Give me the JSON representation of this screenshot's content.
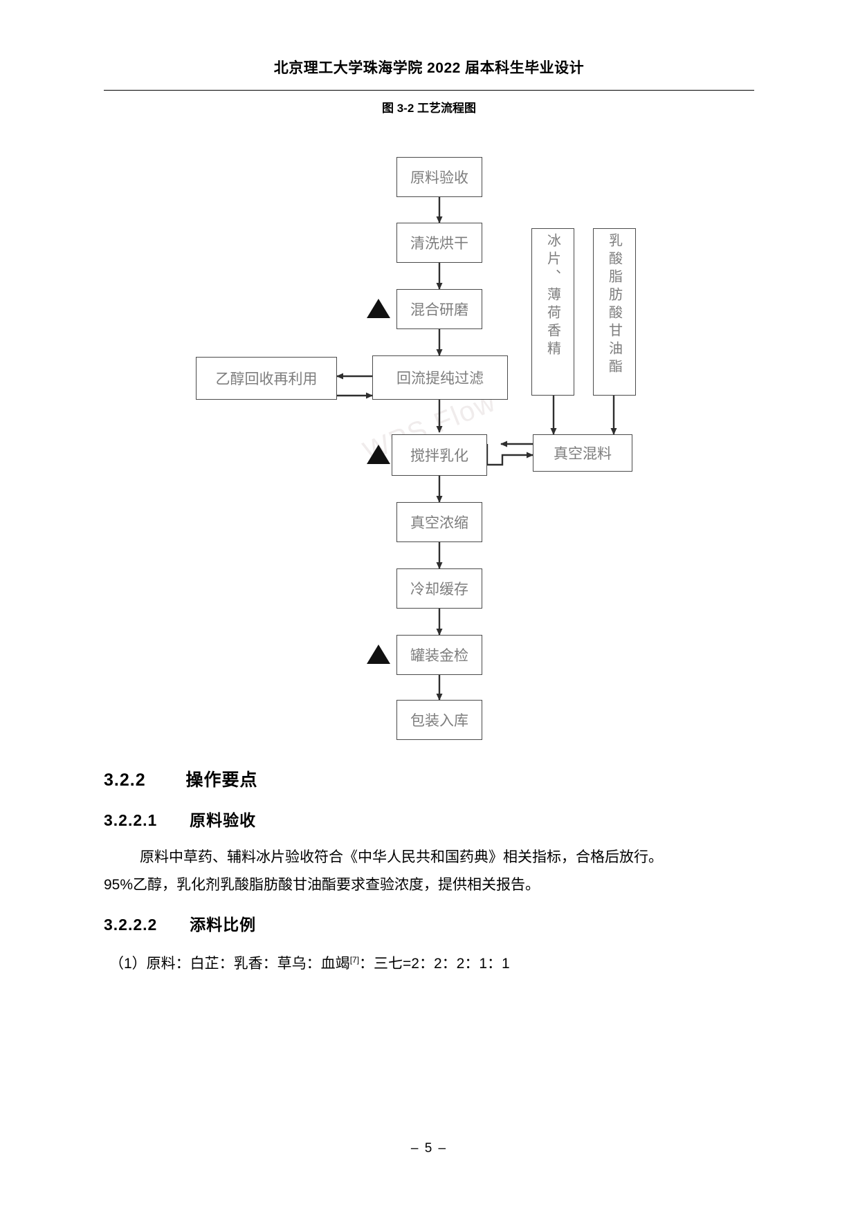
{
  "header": {
    "running_title": "北京理工大学珠海学院 2022 届本科生毕业设计",
    "figure_caption": "图 3-2 工艺流程图"
  },
  "diagram": {
    "watermark": "WPS Flow",
    "nodes": {
      "n1": "原料验收",
      "n2": "清洗烘干",
      "n3": "混合研磨",
      "n4": "回流提纯过滤",
      "n5": "乙醇回收再利用",
      "n6": "搅拌乳化",
      "n7": "真空混料",
      "n8": "真空浓缩",
      "n9": "冷却缓存",
      "n10": "罐装金检",
      "n11": "包装入库",
      "v1": "冰片、薄荷香精",
      "v2": "乳酸脂肪酸甘油酯"
    },
    "critical_marker": "▲"
  },
  "body": {
    "section_number": "3.2.2",
    "section_title": "操作要点",
    "sub1_number": "3.2.2.1",
    "sub1_title": "原料验收",
    "para1_line1": "原料中草药、辅料冰片验收符合《中华人民共和国药典》相关指标，合格后放行。",
    "para1_line2": "95%乙醇，乳化剂乳酸脂肪酸甘油酯要求查验浓度，提供相关报告。",
    "sub2_number": "3.2.2.2",
    "sub2_title": "添料比例",
    "para2": "（1）原料：白芷：乳香：草乌：血竭",
    "para2_sup": "[7]",
    "para2_tail": "：三七=2：2：2：1：1"
  },
  "footer": {
    "page_number": "– 5 –"
  }
}
